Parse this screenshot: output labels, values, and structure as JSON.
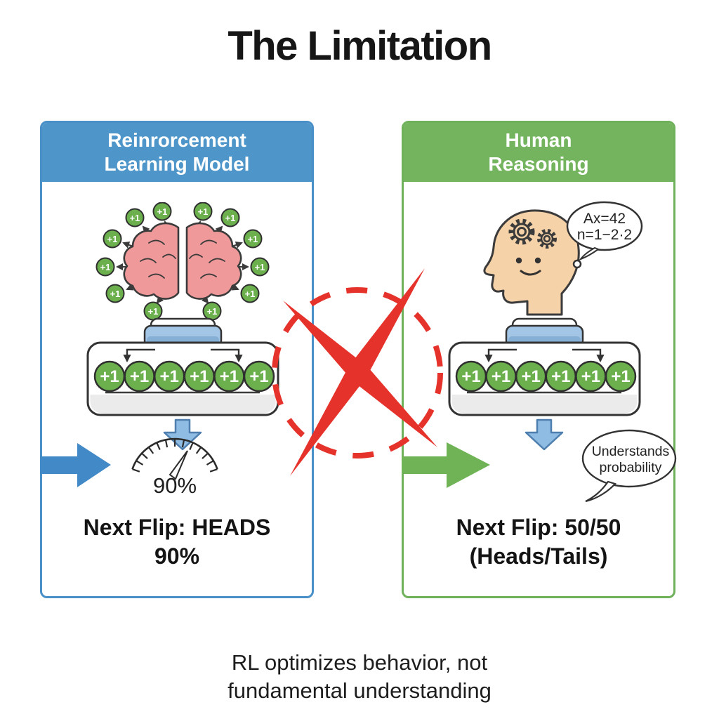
{
  "title": "The Limitation",
  "caption": {
    "line1": "RL optimizes behavior, not",
    "line2": "fundamental understanding"
  },
  "colors": {
    "rl_blue": "#4a90c8",
    "human_green": "#6fb05a",
    "error_red": "#e5322b",
    "coin_green": "#6cb04e",
    "brain_pink": "#f0999a",
    "skin_tan": "#f6d2a8"
  },
  "left_panel": {
    "header_line1": "Reinrorcement",
    "header_line2": "Learning Model",
    "coin_label": "+1",
    "gauge_value": "90%",
    "result_line1": "Next Flip: HEADS",
    "result_line2": "90%"
  },
  "right_panel": {
    "header_line1": "Human",
    "header_line2": "Reasoning",
    "coin_label": "+1",
    "thought_line1": "Ax=42",
    "thought_line2": "n=1−2·2",
    "speech_line1": "Understands",
    "speech_line2": "probability",
    "result_line1": "Next Flip: 50/50",
    "result_line2": "(Heads/Tails)"
  }
}
